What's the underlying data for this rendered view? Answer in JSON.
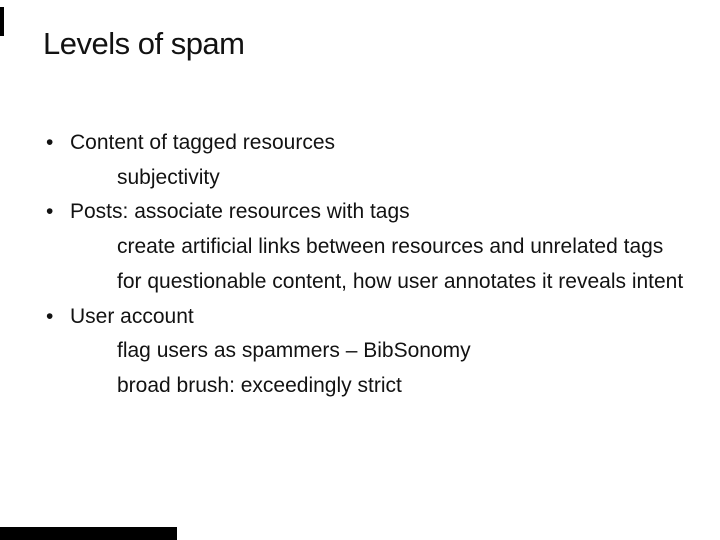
{
  "slide": {
    "title": "Levels of spam",
    "bullet_char": "•",
    "text_color": "#121212",
    "background_color": "#ffffff",
    "bullets": [
      {
        "level": 1,
        "text": "Content of tagged resources"
      },
      {
        "level": 2,
        "text": "subjectivity"
      },
      {
        "level": 1,
        "text": "Posts: associate resources with tags"
      },
      {
        "level": 2,
        "text": "create artificial links between resources and unrelated tags"
      },
      {
        "level": 2,
        "text": "for questionable content, how user annotates it reveals intent"
      },
      {
        "level": 1,
        "text": "User account"
      },
      {
        "level": 2,
        "text": "flag users as spammers – BibSonomy"
      },
      {
        "level": 2,
        "text": "broad brush: exceedingly strict"
      }
    ],
    "artifact_color": "#000000"
  }
}
